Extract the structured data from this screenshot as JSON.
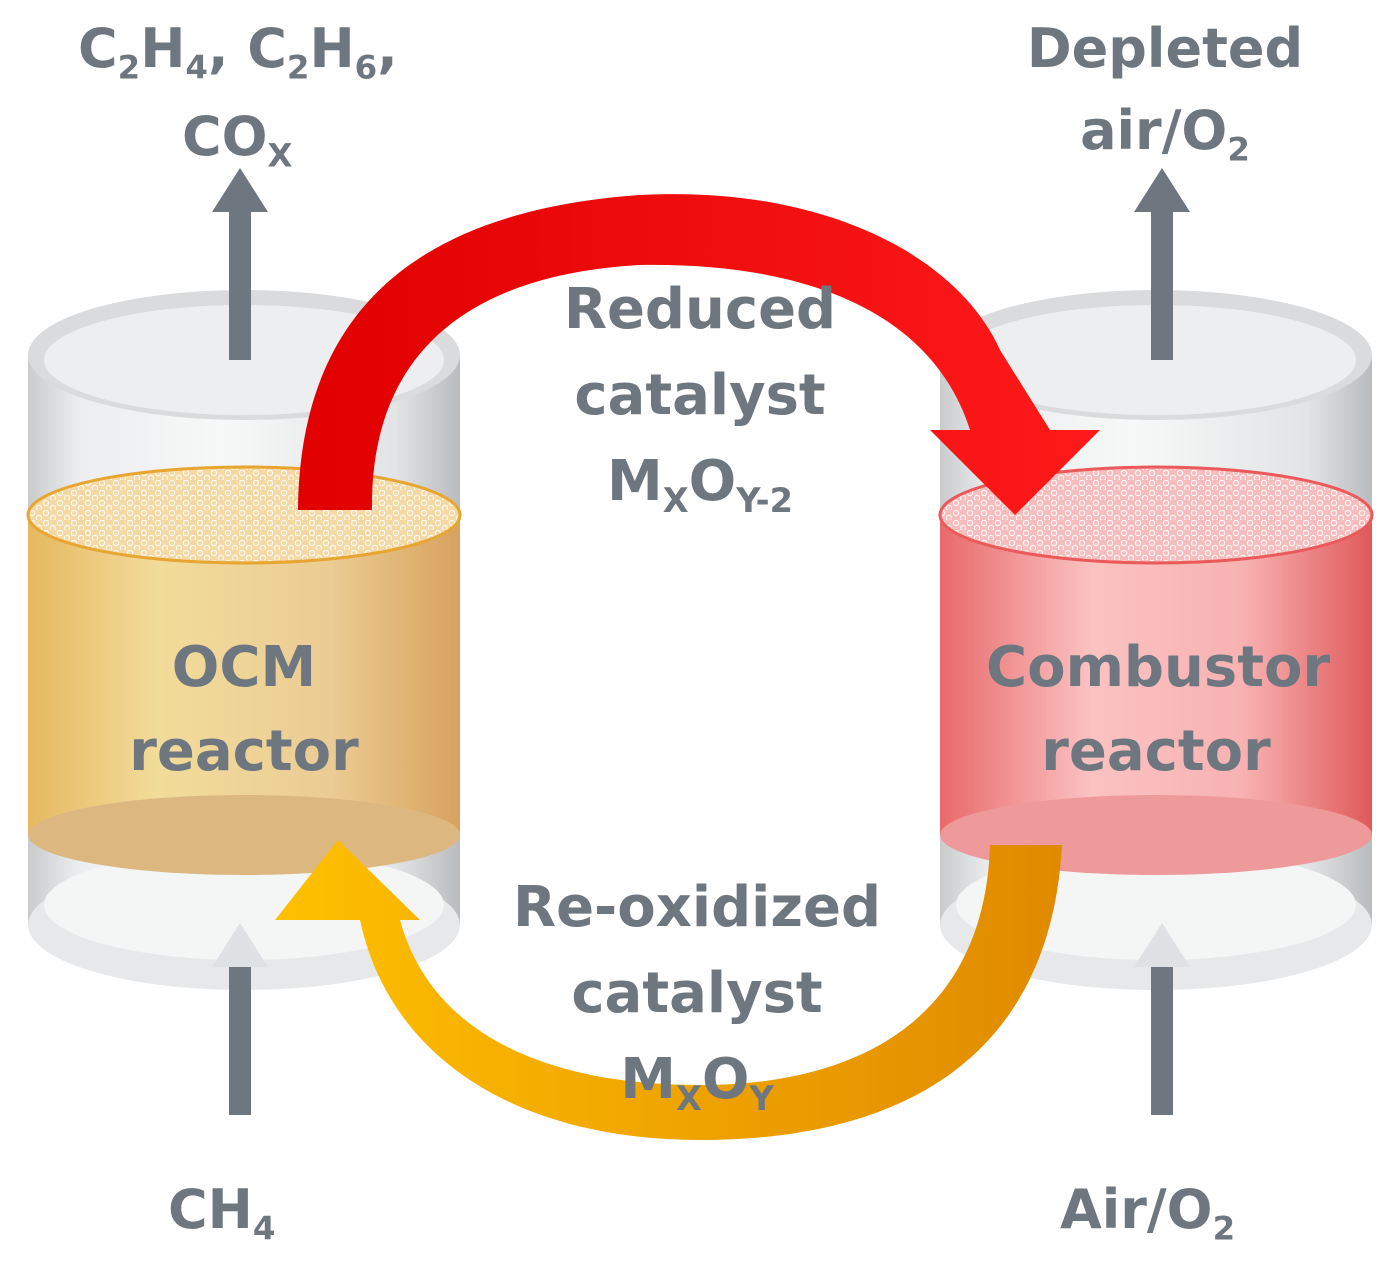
{
  "labels": {
    "products_left": {
      "c2h4": {
        "main": "C",
        "sub1": "2",
        "mid": "H",
        "sub2": "4",
        "tail": ","
      },
      "c2h6": {
        "main": "C",
        "sub1": "2",
        "mid": "H",
        "sub2": "6",
        "tail": ","
      },
      "cox": {
        "main": "CO",
        "sub": "X"
      }
    },
    "depleted": {
      "line1": "Depleted",
      "line2_main": "air/O",
      "line2_sub": "2"
    },
    "reduced": {
      "line1": "Reduced",
      "line2": "catalyst",
      "formula": {
        "m": "M",
        "x": "X",
        "o": "O",
        "y": "Y-2"
      }
    },
    "reoxidized": {
      "line1": "Re-oxidized",
      "line2": "catalyst",
      "formula": {
        "m": "M",
        "x": "X",
        "o": "O",
        "y": "Y"
      }
    },
    "ocm": {
      "line1": "OCM",
      "line2": "reactor"
    },
    "combustor": {
      "line1": "Combustor",
      "line2": "reactor"
    },
    "ch4": {
      "main": "CH",
      "sub": "4"
    },
    "air_in": {
      "main": "Air/O",
      "sub": "2"
    }
  },
  "colors": {
    "text": "#6e7780",
    "reduced_arrow": "#ee0000",
    "reoxidized_arrow": "#f5b000",
    "ocm_catalyst": "#e8c27a",
    "combustor_catalyst": "#f27a7a",
    "gas_arrow": "#6e7780"
  }
}
